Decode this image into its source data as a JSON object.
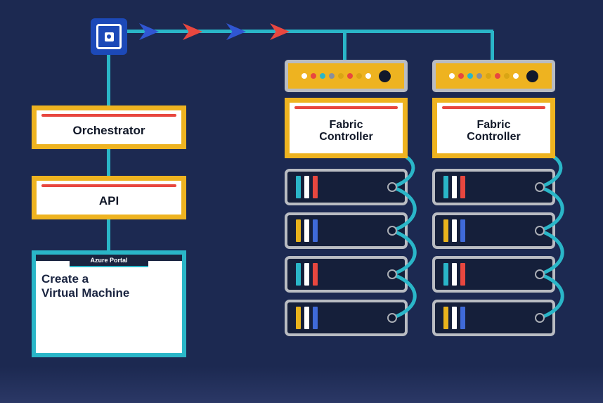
{
  "palette": {
    "background": "#1c2951",
    "teal": "#2ab6c8",
    "gold": "#eeb320",
    "red": "#e8473f",
    "blue": "#3056d3",
    "chip_blue": "#1c49b8",
    "gray_border": "#b9bcc2",
    "server_navy": "#151f3a",
    "white": "#ffffff"
  },
  "orchestrator": {
    "label": "Orchestrator"
  },
  "api": {
    "label": "API"
  },
  "portal": {
    "tab": "Azure Portal",
    "line1": "Create a",
    "line2": "Virtual Machine"
  },
  "racks": [
    {
      "label": "Fabric Controller"
    },
    {
      "label": "Fabric Controller"
    }
  ],
  "flow_arrow_colors": [
    "#3056d3",
    "#e8473f",
    "#3056d3",
    "#e8473f"
  ],
  "panel_dot_colors": [
    "#ffffff",
    "#e8473f",
    "#2ab6c8",
    "#8a8f9b",
    "#d9a514",
    "#e8473f",
    "#d9a514",
    "#ffffff",
    "#11182b"
  ],
  "unit_bar_colors": [
    [
      "#2ab6c8",
      "#ffffff",
      "#e8473f"
    ],
    [
      "#e9b31c",
      "#ffffff",
      "#3f6ad8"
    ],
    [
      "#2ab6c8",
      "#ffffff",
      "#e8473f"
    ],
    [
      "#e9b31c",
      "#ffffff",
      "#3f6ad8"
    ]
  ]
}
